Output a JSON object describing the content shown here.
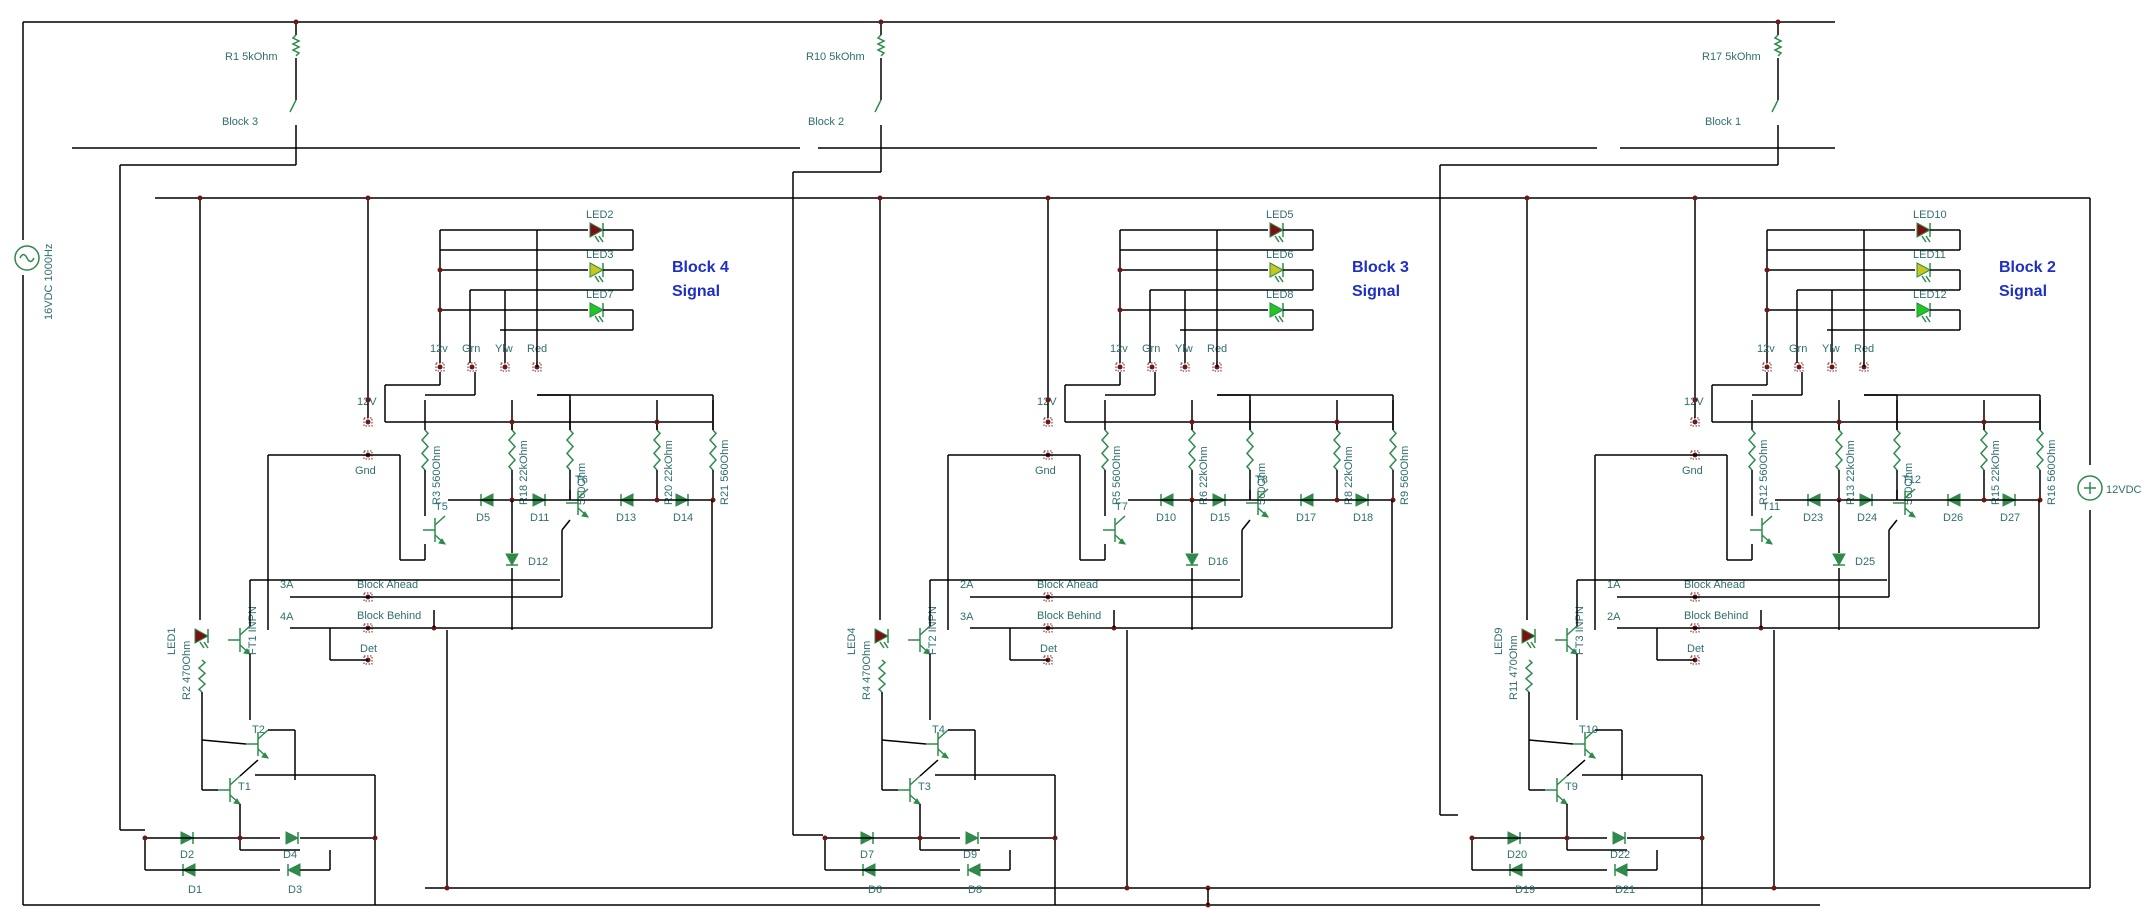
{
  "switch_labels": [
    "R1 5kOhm",
    "Block 3",
    "R10 5kOhm",
    "Block 2",
    "R17 5kOhm",
    "Block 1"
  ],
  "source_label": "16VDC 1000Hz",
  "supply_label": "12VDC",
  "blocks": [
    {
      "title_line1": "Block 4",
      "title_line2": "Signal",
      "leds": [
        "LED2",
        "LED3",
        "LED7"
      ],
      "terminals": [
        "12v",
        "Grn",
        "Ylw",
        "Red"
      ],
      "pin_12V": "12V",
      "pin_gnd": "Gnd",
      "resistors_vertical": [
        "R3 560Ohm",
        "R18 22kOhm",
        "560Ohm",
        "R20 22kOhm",
        "R21 560Ohm"
      ],
      "transistors": [
        "T5",
        "T6"
      ],
      "diodes_row": [
        "D5",
        "D11",
        "D13",
        "D14"
      ],
      "diode_below": "D12",
      "inputs": [
        "3A",
        "4A"
      ],
      "input_labels": [
        "Block Ahead",
        "Block Behind",
        "Det"
      ],
      "opto_led": "LED1",
      "opto_res": "R2 470Ohm",
      "phototransistor": "FT1 INPN",
      "drivers": [
        "T2",
        "T1"
      ],
      "bridge": [
        "D2",
        "D4",
        "D1",
        "D3"
      ]
    },
    {
      "title_line1": "Block 3",
      "title_line2": "Signal",
      "leds": [
        "LED5",
        "LED6",
        "LED8"
      ],
      "terminals": [
        "12v",
        "Grn",
        "Ylw",
        "Red"
      ],
      "pin_12V": "12V",
      "pin_gnd": "Gnd",
      "resistors_vertical": [
        "R5 560Ohm",
        "R6 22kOhm",
        "560Ohm",
        "R8 22kOhm",
        "R9 560Ohm"
      ],
      "transistors": [
        "T7",
        "T8"
      ],
      "diodes_row": [
        "D10",
        "D15",
        "D17",
        "D18"
      ],
      "diode_below": "D16",
      "inputs": [
        "2A",
        "3A"
      ],
      "input_labels": [
        "Block Ahead",
        "Block Behind",
        "Det"
      ],
      "opto_led": "LED4",
      "opto_res": "R4 470Ohm",
      "phototransistor": "FT2 INPN",
      "drivers": [
        "T4",
        "T3"
      ],
      "bridge": [
        "D7",
        "D9",
        "D6",
        "D8"
      ]
    },
    {
      "title_line1": "Block 2",
      "title_line2": "Signal",
      "leds": [
        "LED10",
        "LED11",
        "LED12"
      ],
      "terminals": [
        "12v",
        "Grn",
        "Ylw",
        "Red"
      ],
      "pin_12V": "12V",
      "pin_gnd": "Gnd",
      "resistors_vertical": [
        "R12 560Ohm",
        "R13 22kOhm",
        "560Ohm",
        "R15 22kOhm",
        "R16 560Ohm"
      ],
      "transistors": [
        "T11",
        "T12"
      ],
      "diodes_row": [
        "D23",
        "D24",
        "D26",
        "D27"
      ],
      "diode_below": "D25",
      "inputs": [
        "1A",
        "2A"
      ],
      "input_labels": [
        "Block Ahead",
        "Block Behind",
        "Det"
      ],
      "opto_led": "LED9",
      "opto_res": "R11 470Ohm",
      "phototransistor": "FT3 INPN",
      "drivers": [
        "T10",
        "T9"
      ],
      "bridge": [
        "D20",
        "D22",
        "D19",
        "D21"
      ]
    }
  ]
}
